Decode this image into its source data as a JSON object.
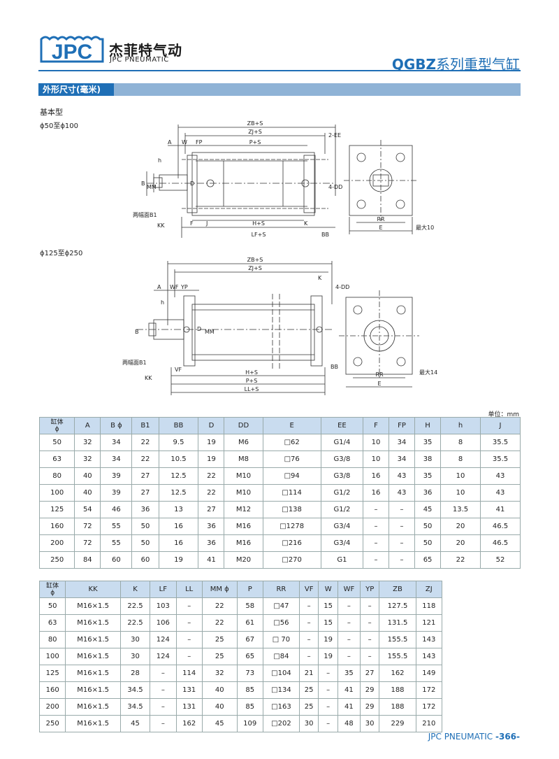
{
  "brand": {
    "logo_text": "JPC",
    "name_cn": "杰菲特气动",
    "name_en": "JPC PNEUMATIC"
  },
  "header": {
    "model_code": "QGBZ",
    "model_desc": "系列重型气缸"
  },
  "section": {
    "title": "外形尺寸(毫米)",
    "subtitle": "基本型"
  },
  "drawings": {
    "range_small": "ϕ50至ϕ100",
    "range_large": "ϕ125至ϕ250",
    "small_labels": {
      "zb": "ZB+S",
      "zj": "ZJ+S",
      "ee": "2-EE",
      "a": "A",
      "w": "W",
      "fp": "FP",
      "ps": "P+S",
      "h": "h",
      "b": "B",
      "mm": "MM",
      "d": "D",
      "dd": "4-DD",
      "b1": "两幅面B1",
      "kk": "KK",
      "f": "F",
      "j": "J",
      "hs": "H+S",
      "k": "K",
      "lf": "LF+S",
      "bb": "BB",
      "rr": "RR",
      "e": "E",
      "max": "最大10"
    },
    "large_labels": {
      "zb": "ZB+S",
      "zj": "ZJ+S",
      "k": "K",
      "dd": "4-DD",
      "a": "A",
      "wf": "WF",
      "yp": "YP",
      "h": "h",
      "b": "B",
      "d": "D",
      "mm": "MM",
      "b1": "两幅面B1",
      "vf": "VF",
      "kk": "KK",
      "hs": "H+S",
      "bb": "BB",
      "ps": "P+S",
      "ll": "LL+S",
      "rr": "RR",
      "e": "E",
      "max": "最大14"
    }
  },
  "unit_note": "单位：mm",
  "table1": {
    "bore_header": [
      "缸体",
      "ϕ"
    ],
    "columns": [
      "A",
      "B ϕ",
      "B1",
      "BB",
      "D",
      "DD",
      "E",
      "EE",
      "F",
      "FP",
      "H",
      "h",
      "J"
    ],
    "rows": [
      [
        "50",
        "32",
        "34",
        "22",
        "9.5",
        "19",
        "M6",
        "□62",
        "G1/4",
        "10",
        "34",
        "35",
        "8",
        "35.5"
      ],
      [
        "63",
        "32",
        "34",
        "22",
        "10.5",
        "19",
        "M8",
        "□76",
        "G3/8",
        "10",
        "34",
        "38",
        "8",
        "35.5"
      ],
      [
        "80",
        "40",
        "39",
        "27",
        "12.5",
        "22",
        "M10",
        "□94",
        "G3/8",
        "16",
        "43",
        "35",
        "10",
        "43"
      ],
      [
        "100",
        "40",
        "39",
        "27",
        "12.5",
        "22",
        "M10",
        "□114",
        "G1/2",
        "16",
        "43",
        "36",
        "10",
        "43"
      ],
      [
        "125",
        "54",
        "46",
        "36",
        "13",
        "27",
        "M12",
        "□138",
        "G1/2",
        "–",
        "–",
        "45",
        "13.5",
        "41"
      ],
      [
        "160",
        "72",
        "55",
        "50",
        "16",
        "36",
        "M16",
        "□1278",
        "G3/4",
        "–",
        "–",
        "50",
        "20",
        "46.5"
      ],
      [
        "200",
        "72",
        "55",
        "50",
        "16",
        "36",
        "M16",
        "□216",
        "G3/4",
        "–",
        "–",
        "50",
        "20",
        "46.5"
      ],
      [
        "250",
        "84",
        "60",
        "60",
        "19",
        "41",
        "M20",
        "□270",
        "G1",
        "–",
        "–",
        "65",
        "22",
        "52"
      ]
    ]
  },
  "table2": {
    "bore_header": [
      "缸体",
      "ϕ"
    ],
    "columns": [
      "KK",
      "K",
      "LF",
      "LL",
      "MM ϕ",
      "P",
      "RR",
      "VF",
      "W",
      "WF",
      "YP",
      "ZB",
      "ZJ"
    ],
    "rows": [
      [
        "50",
        "M16×1.5",
        "22.5",
        "103",
        "–",
        "22",
        "58",
        "□47",
        "–",
        "15",
        "–",
        "–",
        "127.5",
        "118"
      ],
      [
        "63",
        "M16×1.5",
        "22.5",
        "106",
        "–",
        "22",
        "61",
        "□56",
        "–",
        "15",
        "–",
        "–",
        "131.5",
        "121"
      ],
      [
        "80",
        "M16×1.5",
        "30",
        "124",
        "–",
        "25",
        "67",
        "□ 70",
        "–",
        "19",
        "–",
        "–",
        "155.5",
        "143"
      ],
      [
        "100",
        "M16×1.5",
        "30",
        "124",
        "–",
        "25",
        "65",
        "□84",
        "–",
        "19",
        "–",
        "–",
        "155.5",
        "143"
      ],
      [
        "125",
        "M16×1.5",
        "28",
        "–",
        "114",
        "32",
        "73",
        "□104",
        "21",
        "–",
        "35",
        "27",
        "162",
        "149"
      ],
      [
        "160",
        "M16×1.5",
        "34.5",
        "–",
        "131",
        "40",
        "85",
        "□134",
        "25",
        "–",
        "41",
        "29",
        "188",
        "172"
      ],
      [
        "200",
        "M16×1.5",
        "34.5",
        "–",
        "131",
        "40",
        "85",
        "□163",
        "25",
        "–",
        "41",
        "29",
        "188",
        "172"
      ],
      [
        "250",
        "M16×1.5",
        "45",
        "–",
        "162",
        "45",
        "109",
        "□202",
        "30",
        "–",
        "48",
        "30",
        "229",
        "210"
      ]
    ]
  },
  "footer": {
    "brand": "JPC PNEUMATIC",
    "page": "-366-"
  }
}
